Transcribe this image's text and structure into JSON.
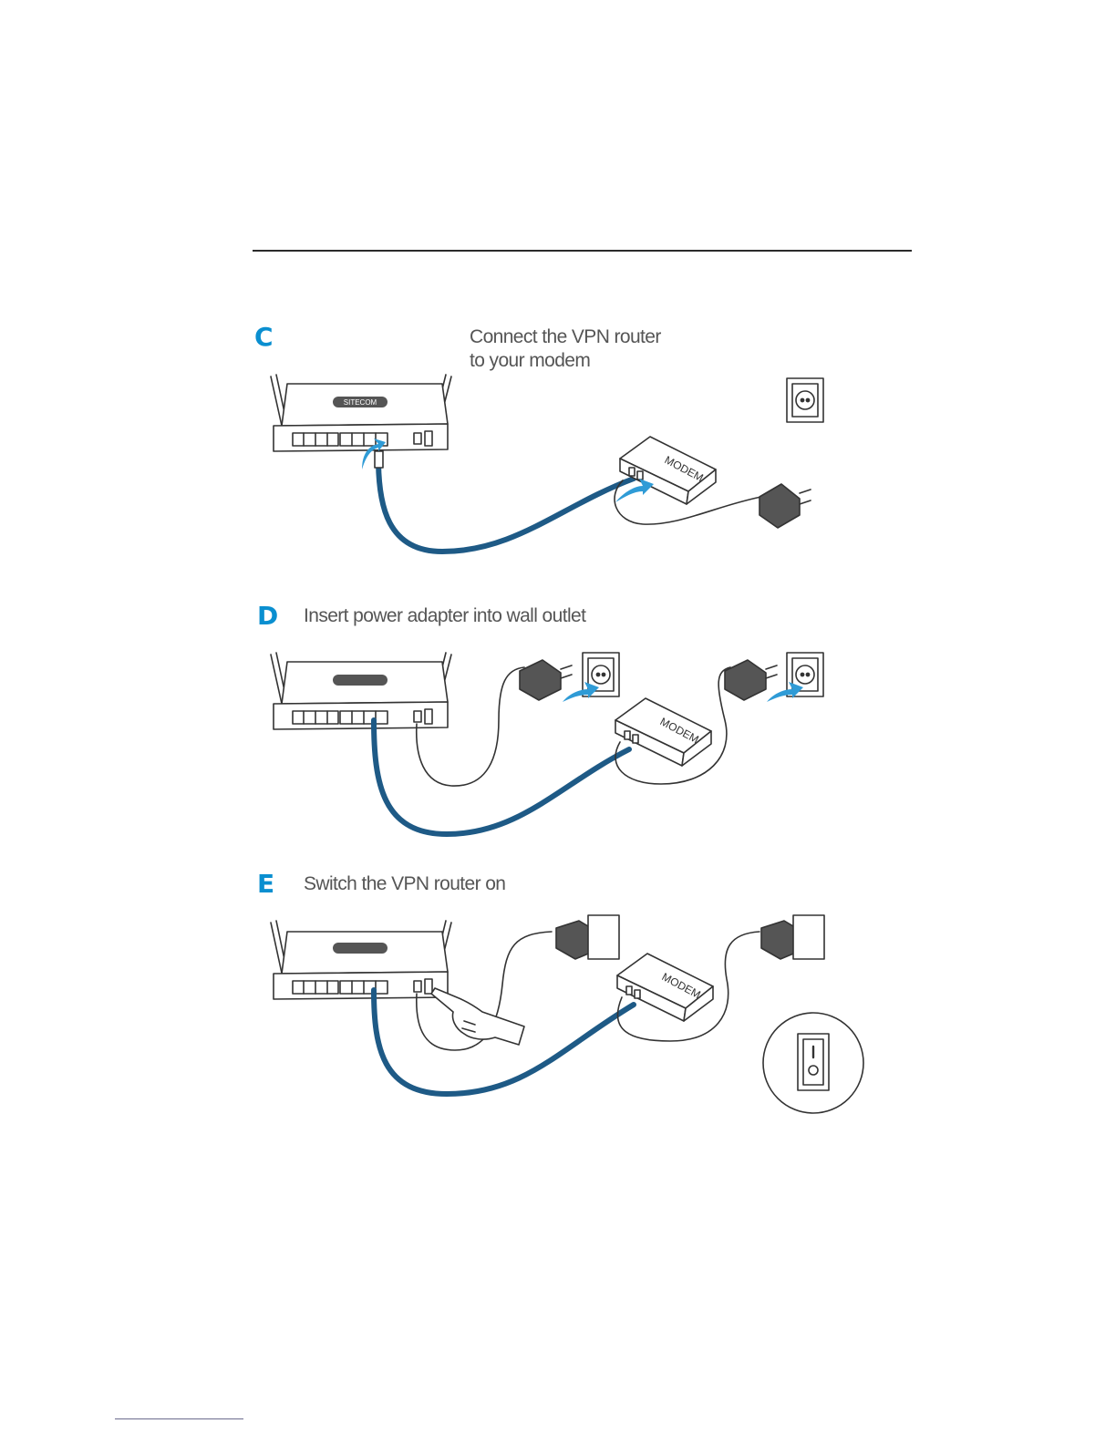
{
  "steps": [
    {
      "letter": "C",
      "title_lines": [
        "Connect the VPN router",
        "to your modem"
      ]
    },
    {
      "letter": "D",
      "title_lines": [
        "Insert power adapter into wall outlet"
      ]
    },
    {
      "letter": "E",
      "title_lines": [
        "Switch the VPN router on"
      ]
    }
  ],
  "labels": {
    "modem": "MODEM",
    "brand": "SITECOM"
  },
  "colors": {
    "accent": "#0a8fd0",
    "cable": "#1e5a86",
    "arrow": "#2f9bd6",
    "line": "#333333",
    "text": "#555555"
  }
}
